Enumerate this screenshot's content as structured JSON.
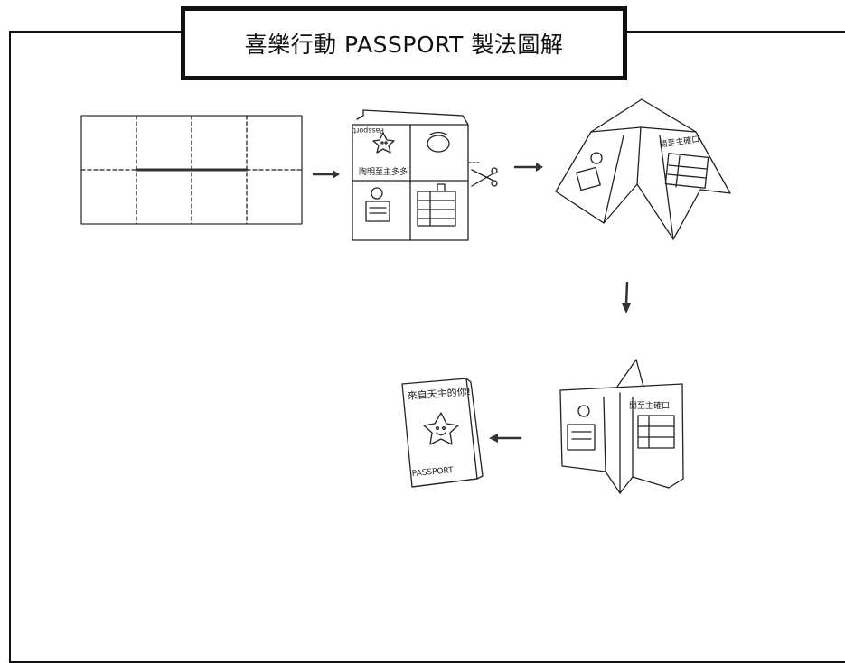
{
  "title": "喜樂行動 PASSPORT 製法圖解",
  "step2": {
    "top_left_label": "Passport",
    "bottom_caption": "陶明至主多多"
  },
  "step3": {
    "right_label": "閱至主確口"
  },
  "step4": {
    "right_label": "閱至主確口"
  },
  "step5": {
    "cover_top": "來自天主的你!",
    "cover_bottom": "PASSPORT"
  }
}
